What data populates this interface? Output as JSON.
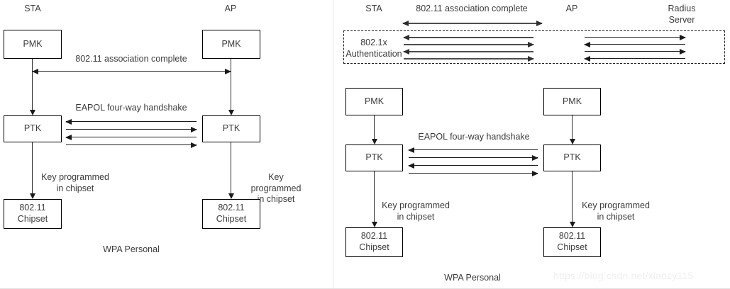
{
  "watermark": "https://blog.csdn.net/xiaozy115",
  "left_panel": {
    "caption": "WPA Personal",
    "columns": [
      {
        "label": "STA"
      },
      {
        "label": "AP"
      }
    ],
    "nodes": [
      {
        "label": "PMK"
      },
      {
        "label": "PMK"
      },
      {
        "label": "PTK"
      },
      {
        "label": "PTK"
      },
      {
        "label": "802.11\nChipset"
      },
      {
        "label": "802.11\nChipset"
      }
    ],
    "messages": [
      {
        "label": "802.11 association complete",
        "direction": "both"
      },
      {
        "label": "EAPOL four-way handshake",
        "direction": "alternating"
      }
    ],
    "annotations": [
      {
        "label": "Key programmed\nin chipset"
      },
      {
        "label": "Key programmed\nin chipset"
      }
    ]
  },
  "right_panel": {
    "caption": "WPA Personal",
    "columns": [
      {
        "label": "STA"
      },
      {
        "label": "AP"
      },
      {
        "label": "Radius Server"
      }
    ],
    "nodes": [
      {
        "label": "PMK"
      },
      {
        "label": "PMK"
      },
      {
        "label": "PTK"
      },
      {
        "label": "PTK"
      },
      {
        "label": "802.11\nChipset"
      },
      {
        "label": "802.11\nChipset"
      }
    ],
    "messages": [
      {
        "label": "802.11 association complete",
        "direction": "both"
      },
      {
        "label": "802.1x\nAuthentication",
        "direction": "group"
      },
      {
        "label": "EAPOL four-way handshake",
        "direction": "alternating"
      }
    ],
    "annotations": [
      {
        "label": "Key programmed\nin chipset"
      },
      {
        "label": "Key programmed\nin chipset"
      }
    ]
  },
  "colors": {
    "stroke": "#1a1a1a",
    "text": "#3b3b3b",
    "grey_arrow": "#4d4d4d",
    "panel_bg": "#ffffff",
    "page_bg": "#f2f2f2",
    "watermark": "#efefef"
  }
}
